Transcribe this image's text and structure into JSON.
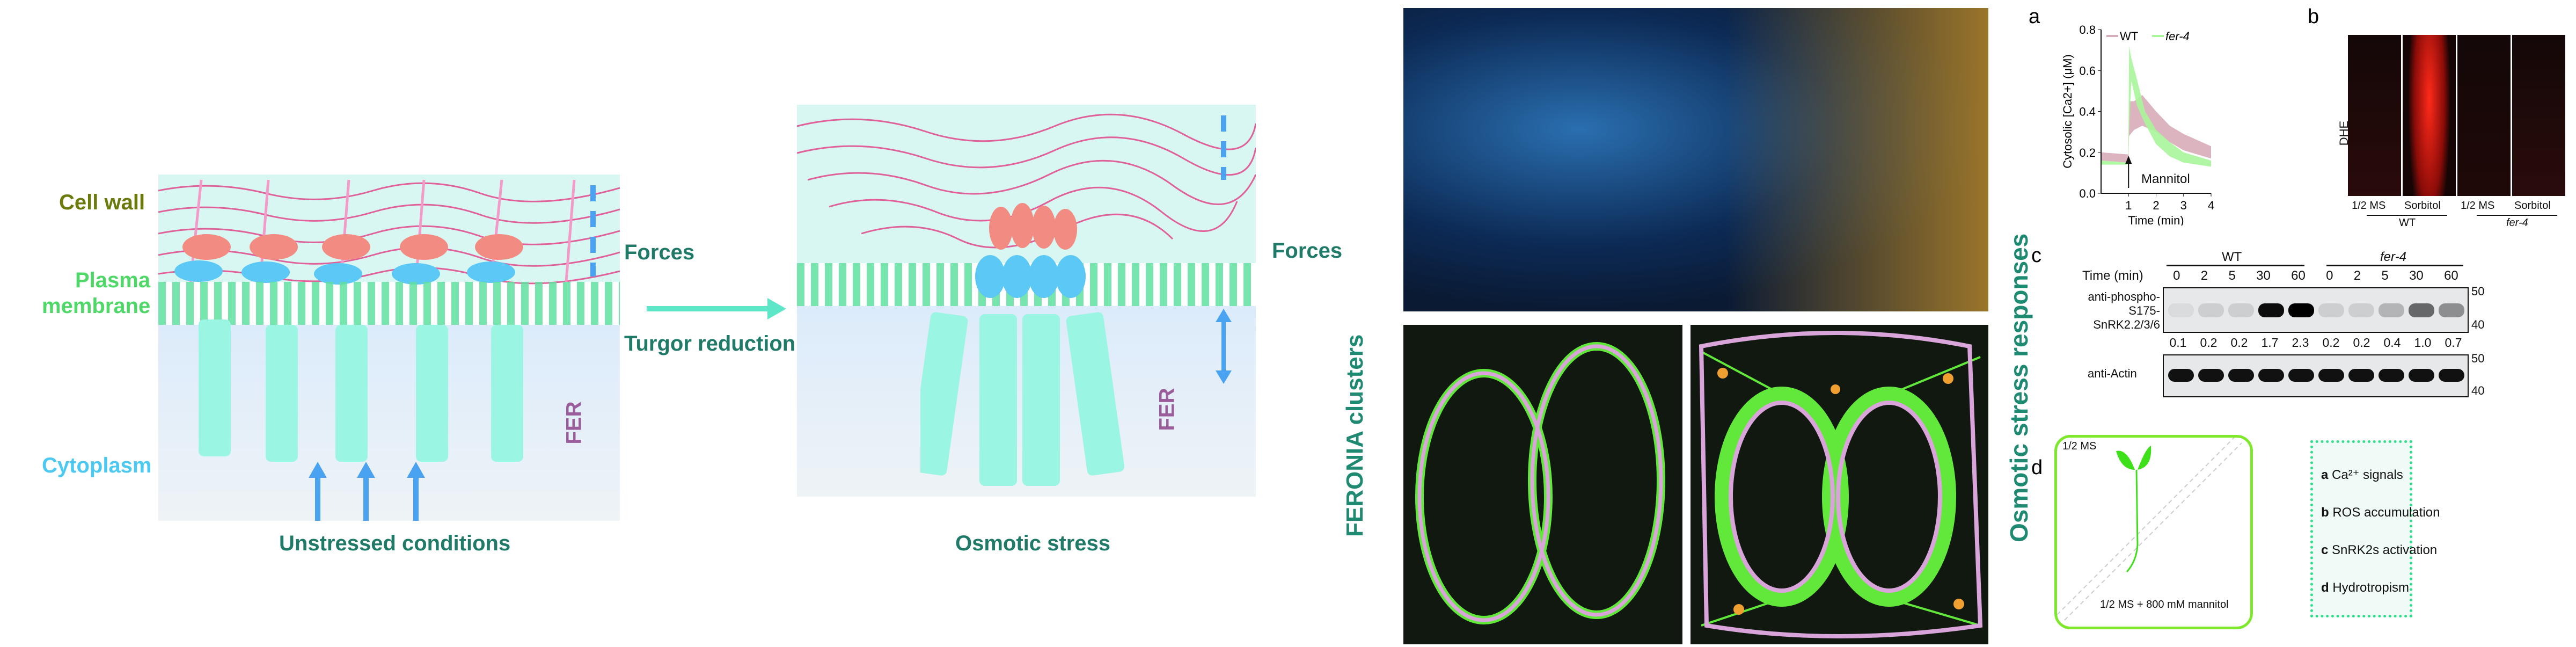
{
  "left_panel": {
    "cell_wall": "Cell wall",
    "plasma": "Plasma",
    "membrane": "membrane",
    "cytoplasm": "Cytoplasm",
    "fer": "FER",
    "forces": "Forces",
    "turgor": "Turgor reduction",
    "caption": "Unstressed conditions"
  },
  "middle_panel": {
    "fer": "FER",
    "forces": "Forces",
    "caption": "Osmotic stress"
  },
  "feronia_label": "FERONIA clusters",
  "responses_label": "Osmotic stress responses",
  "panel_a": {
    "letter": "a",
    "annotation": "Mannitol"
  },
  "panel_b": {
    "letter": "b",
    "ylabel": "DHE",
    "lanes": [
      "1/2 MS",
      "Sorbitol",
      "1/2 MS",
      "Sorbitol"
    ],
    "groups": [
      "WT",
      "fer-4"
    ]
  },
  "panel_c": {
    "letter": "c",
    "groups": [
      "WT",
      "fer-4"
    ],
    "time_label": "Time (min)",
    "times": [
      "0",
      "2",
      "5",
      "30",
      "60",
      "0",
      "2",
      "5",
      "30",
      "60"
    ],
    "blot1_label_1": "anti-phospho-",
    "blot1_label_2": "S175-",
    "blot1_label_3": "SnRK2.2/3/6",
    "quant": [
      "0.1",
      "0.2",
      "0.2",
      "1.7",
      "2.3",
      "0.2",
      "0.2",
      "0.4",
      "1.0",
      "0.7"
    ],
    "blot2_label": "anti-Actin",
    "markers": [
      "50",
      "40",
      "50",
      "40"
    ]
  },
  "panel_d": {
    "letter": "d",
    "top_medium": "1/2 MS",
    "bottom_medium": "1/2 MS + 800 mM mannitol"
  },
  "legend": [
    {
      "key": "a",
      "text": "Ca²⁺ signals"
    },
    {
      "key": "b",
      "text": "ROS accumulation"
    },
    {
      "key": "c",
      "text": "SnRK2s activation"
    },
    {
      "key": "d",
      "text": "Hydrotropism"
    }
  ],
  "chart_data": {
    "type": "area",
    "title": "",
    "xlabel": "Time (min)",
    "ylabel": "Cytosolic [Ca2+] (μM)",
    "xlim": [
      0,
      4
    ],
    "ylim": [
      0,
      0.8
    ],
    "xticks": [
      "1",
      "2",
      "3",
      "4"
    ],
    "yticks": [
      "0.0",
      "0.2",
      "0.4",
      "0.6",
      "0.8"
    ],
    "legend": "top",
    "series": [
      {
        "name": "WT",
        "color": "#d8acb8",
        "x": [
          0,
          0.99,
          1.02,
          1.2,
          1.5,
          2,
          2.5,
          3,
          3.5,
          4
        ],
        "lower": [
          0.16,
          0.15,
          0.28,
          0.31,
          0.33,
          0.3,
          0.25,
          0.21,
          0.19,
          0.17
        ],
        "upper": [
          0.2,
          0.19,
          0.45,
          0.45,
          0.48,
          0.4,
          0.33,
          0.29,
          0.26,
          0.23
        ]
      },
      {
        "name": "fer-4",
        "color": "#a8f59a",
        "x": [
          0,
          0.99,
          1.02,
          1.1,
          1.3,
          1.6,
          2,
          2.5,
          3,
          3.5,
          4
        ],
        "lower": [
          0.14,
          0.14,
          0.3,
          0.55,
          0.43,
          0.34,
          0.24,
          0.18,
          0.15,
          0.14,
          0.13
        ],
        "upper": [
          0.16,
          0.15,
          0.72,
          0.66,
          0.56,
          0.4,
          0.31,
          0.25,
          0.2,
          0.18,
          0.16
        ]
      }
    ]
  }
}
